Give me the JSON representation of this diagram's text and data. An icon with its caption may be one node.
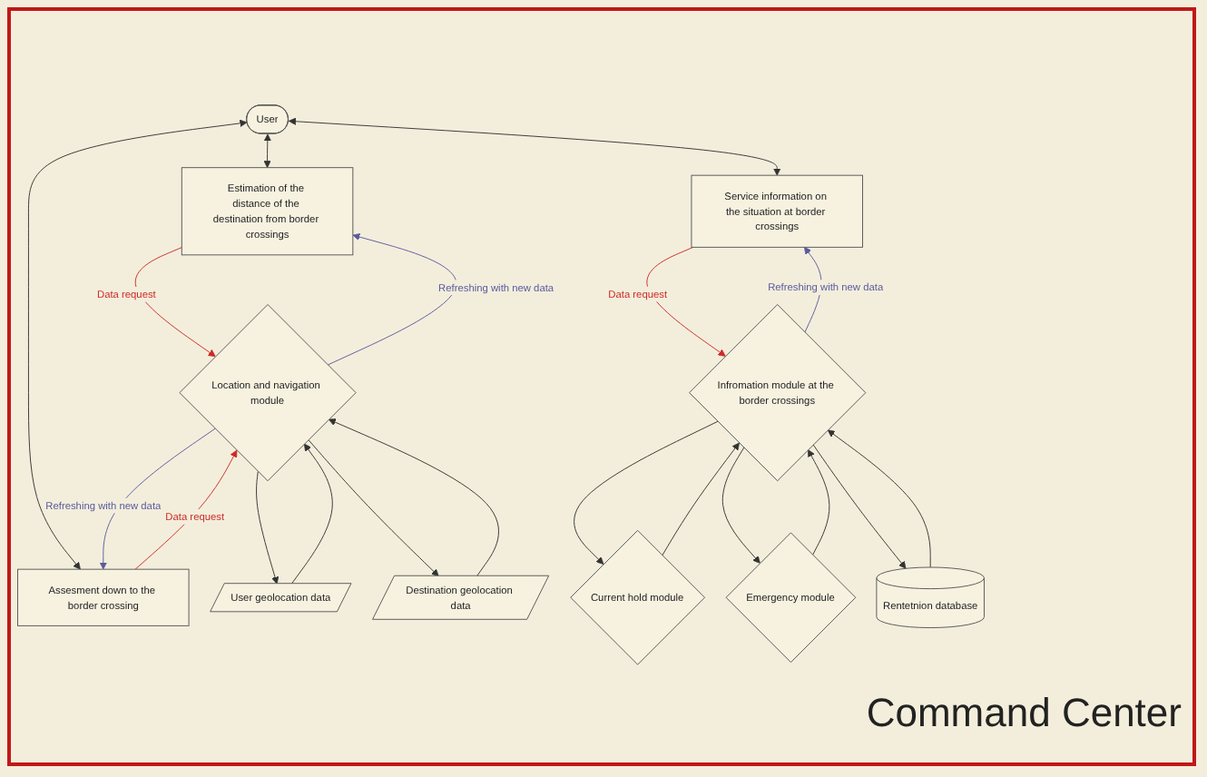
{
  "diagram": {
    "nodes": [
      {
        "text": [
          "User"
        ]
      },
      {
        "text": [
          "Estimation of the distance of the destination from border crossings"
        ]
      },
      {
        "text": [
          "Assesment down to the border crossing"
        ]
      },
      {
        "text": [
          "Service information on the situation at border crossings"
        ]
      },
      {
        "text": [
          "Infromation module at the border crossings"
        ]
      },
      {
        "text": [
          "Current hold module"
        ]
      },
      {
        "text": [
          "Emergency module"
        ]
      },
      {
        "text": [
          "Rentetnion database"
        ]
      },
      {
        "text": [
          "Location and navigation module"
        ]
      },
      {
        "text": [
          "User geolocation data"
        ]
      },
      {
        "text": [
          "Destination geolocation data"
        ]
      }
    ],
    "edges": [
      {
        "from": 0,
        "to": 1,
        "arrow": "both"
      },
      {
        "from": 0,
        "to": 2,
        "arrow": "both"
      },
      {
        "from": 0,
        "to": 3,
        "arrow": "both"
      },
      {
        "from": 1,
        "to": 8,
        "arrow": "to",
        "label": "Data request",
        "color": "#cc2a2a"
      },
      {
        "from": 8,
        "to": 1,
        "arrow": "to",
        "label": "Refreshing with new data",
        "color": "#5a5aa0"
      },
      {
        "from": 8,
        "to": 2,
        "arrow": "to",
        "label": "Refreshing with new data",
        "color": "#5a5aa0"
      },
      {
        "from": 2,
        "to": 8,
        "arrow": "to",
        "label": "Data request",
        "color": "#cc2a2a"
      },
      {
        "from": 3,
        "to": 4,
        "arrow": "to",
        "label": "Data request",
        "color": "#cc2a2a"
      },
      {
        "from": 4,
        "to": 3,
        "arrow": "to",
        "label": "Refreshing with new data",
        "color": "#5a5aa0"
      },
      {
        "from": 4,
        "to": 5,
        "arrow": "to"
      },
      {
        "from": 5,
        "to": 4,
        "arrow": "to"
      },
      {
        "from": 4,
        "to": 6,
        "arrow": "to"
      },
      {
        "from": 6,
        "to": 4,
        "arrow": "to"
      },
      {
        "from": 4,
        "to": 7,
        "arrow": "to"
      },
      {
        "from": 7,
        "to": 4,
        "arrow": "to"
      },
      {
        "from": 9,
        "to": 8,
        "arrow": "to"
      },
      {
        "from": 8,
        "to": 9,
        "arrow": "to"
      },
      {
        "from": 10,
        "to": 8,
        "arrow": "to"
      },
      {
        "from": 8,
        "to": 10,
        "arrow": "to"
      }
    ],
    "labels": [
      "Command Center"
    ]
  }
}
